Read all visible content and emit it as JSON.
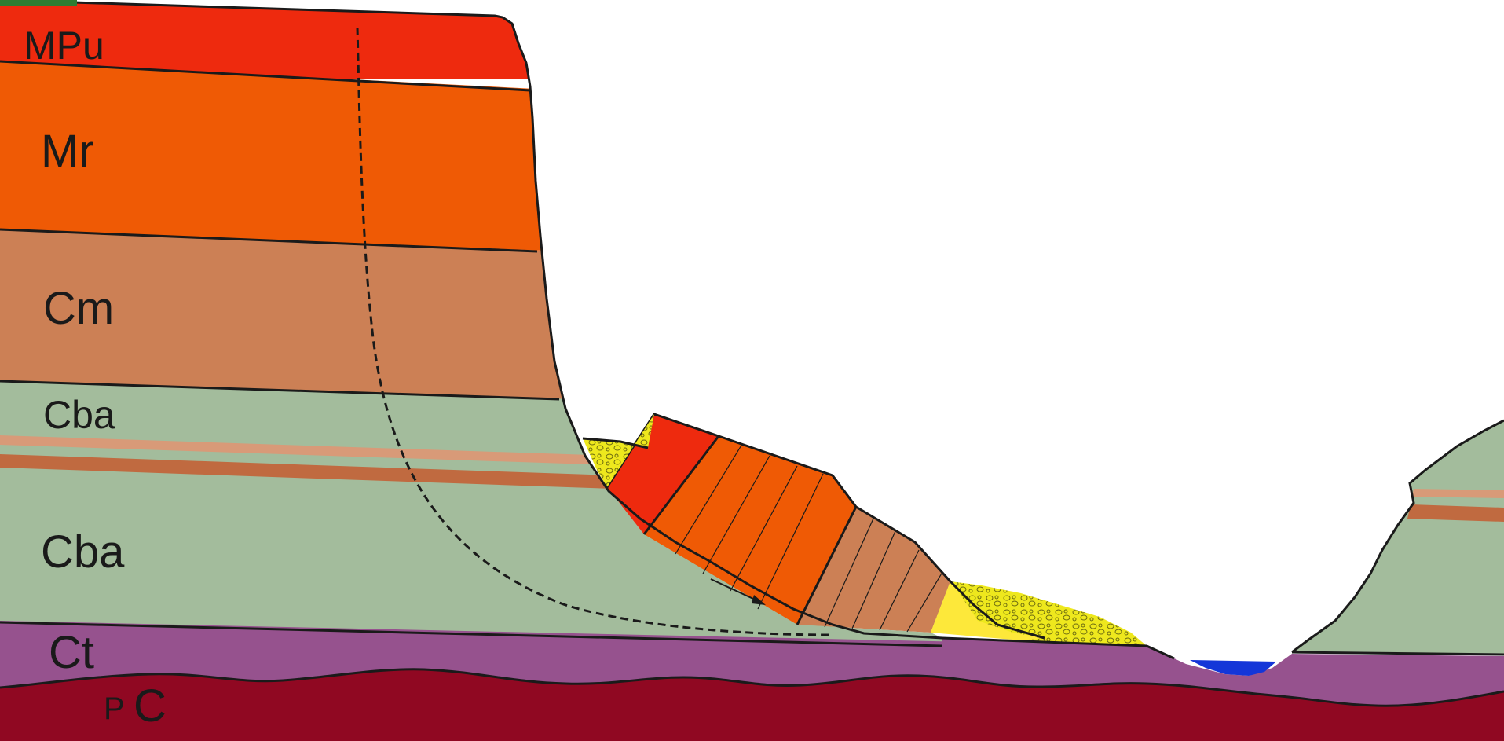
{
  "colors": {
    "mpu": "#ee2a0e",
    "mr": "#ef5a05",
    "cm": "#cc8055",
    "cba": "#a3bc9c",
    "cba_bed_light": "#d89a78",
    "cba_bed_dark": "#c06a40",
    "ct": "#96528e",
    "pc": "#900822",
    "debris": "#eee81d",
    "talus": "#fde83a",
    "water": "#1436d8",
    "outline": "#1a1a1a",
    "corner_tab": "#2e7d32"
  },
  "labels": {
    "mpu": "MPu",
    "mr": "Mr",
    "cm": "Cm",
    "cba_upper": "Cba",
    "cba_lower": "Cba",
    "ct": "Ct",
    "pc_small": "P",
    "pc_big": "C"
  }
}
